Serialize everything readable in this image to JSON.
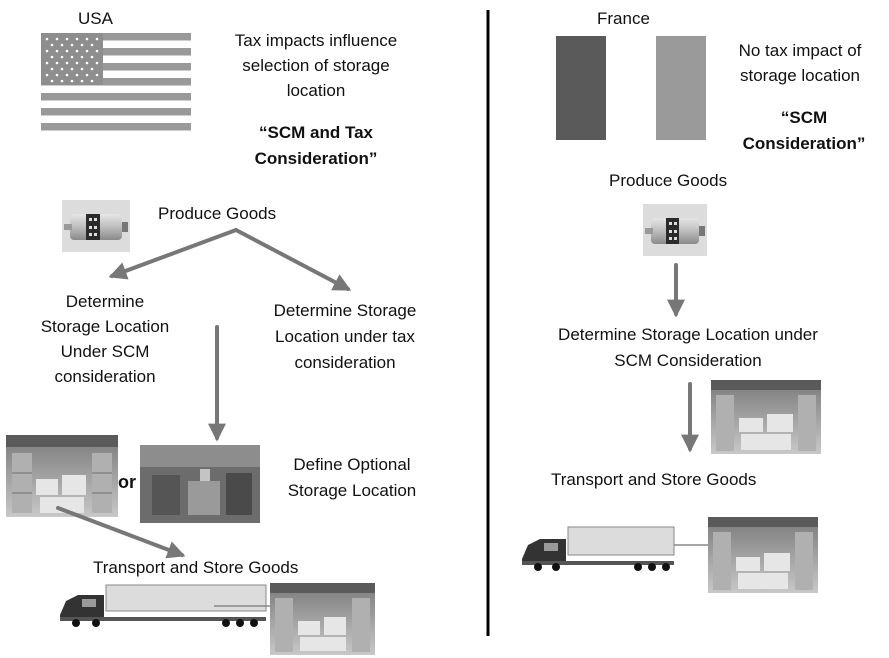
{
  "usa": {
    "country": "USA",
    "note_lines": [
      "Tax impacts influence",
      "selection of storage",
      "location"
    ],
    "scenario_lines": [
      "“SCM and Tax",
      "Consideration”"
    ],
    "produce": "Produce Goods",
    "scm_path_lines": [
      "Determine",
      "Storage Location",
      "Under SCM",
      "consideration"
    ],
    "tax_path_lines": [
      "Determine Storage",
      "Location under tax",
      "consideration"
    ],
    "or_label": "or",
    "optional_lines": [
      "Define Optional",
      "Storage Location"
    ],
    "transport": "Transport and Store Goods"
  },
  "france": {
    "country": "France",
    "note_lines": [
      "No tax impact of",
      "storage location"
    ],
    "scenario_lines": [
      "“SCM",
      "Consideration”"
    ],
    "produce": "Produce Goods",
    "scm_path_lines": [
      "Determine Storage Location under",
      "SCM Consideration"
    ],
    "transport": "Transport and Store Goods"
  },
  "colors": {
    "arrow": "#777777",
    "flag_dark": "#5a5a5a",
    "flag_light": "#9a9a9a",
    "divider": "#000000"
  }
}
